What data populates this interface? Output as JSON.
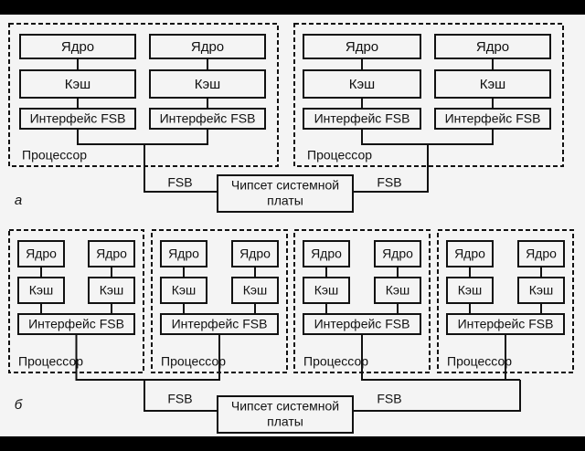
{
  "colors": {
    "background": "#f4f4f4",
    "stroke": "#111111",
    "frame": "#000000"
  },
  "labels": {
    "core": "Ядро",
    "cache": "Кэш",
    "fsb_interface": "Интерфейс FSB",
    "processor": "Процессор",
    "bus": "FSB",
    "chipset_line1": "Чипсет системной",
    "chipset_line2": "платы"
  },
  "diagrams": [
    {
      "id": "a",
      "caption": "а",
      "processor_count": 2,
      "cores_per_processor": 2,
      "bus_labels": [
        "FSB",
        "FSB"
      ],
      "chipset": [
        "Чипсет системной",
        "платы"
      ]
    },
    {
      "id": "b",
      "caption": "б",
      "processor_count": 4,
      "cores_per_processor": 2,
      "bus_labels": [
        "FSB",
        "FSB"
      ],
      "chipset": [
        "Чипсет системной",
        "платы"
      ]
    }
  ]
}
